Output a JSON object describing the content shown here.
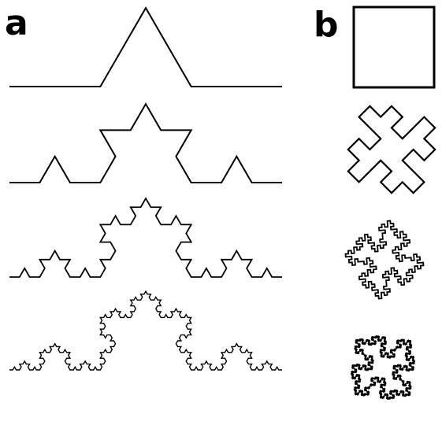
{
  "panels": {
    "a": {
      "label": "a",
      "rows": [
        {
          "iteration": 1
        },
        {
          "iteration": 2
        },
        {
          "iteration": 3
        },
        {
          "iteration": 4
        }
      ]
    },
    "b": {
      "label": "b",
      "rows": [
        {
          "iteration": 0
        },
        {
          "iteration": 1
        },
        {
          "iteration": 2
        },
        {
          "iteration": 3
        }
      ]
    }
  },
  "colors": {
    "stroke": "#000000",
    "background": "#ffffff"
  }
}
